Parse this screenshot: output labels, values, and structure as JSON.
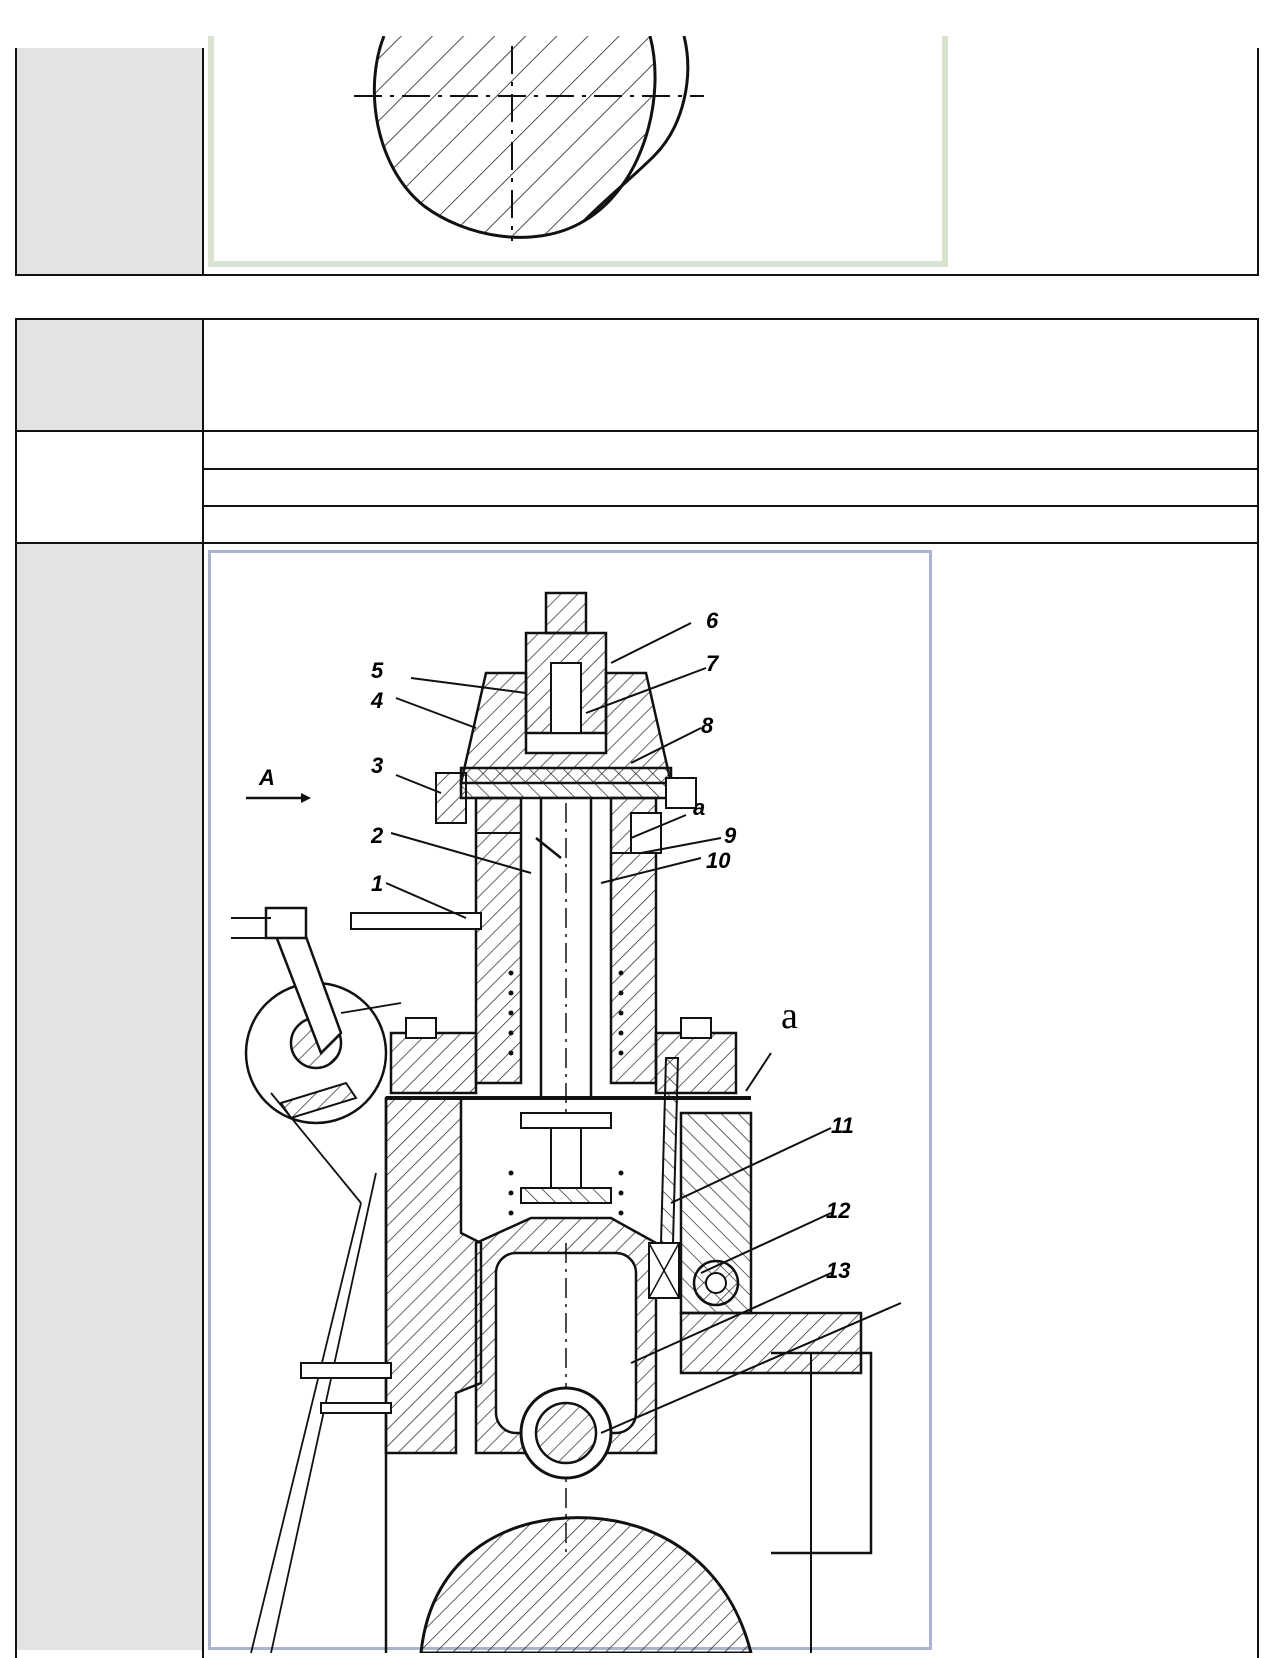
{
  "top_figure": {
    "name": "shaft-cross-section-figure"
  },
  "bottom_figure": {
    "labels": [
      "1",
      "2",
      "3",
      "4",
      "5",
      "6",
      "7",
      "8",
      "9",
      "10",
      "11",
      "12",
      "13"
    ],
    "arrow_label": "A",
    "point_label_small": "a",
    "point_label_large": "a"
  }
}
